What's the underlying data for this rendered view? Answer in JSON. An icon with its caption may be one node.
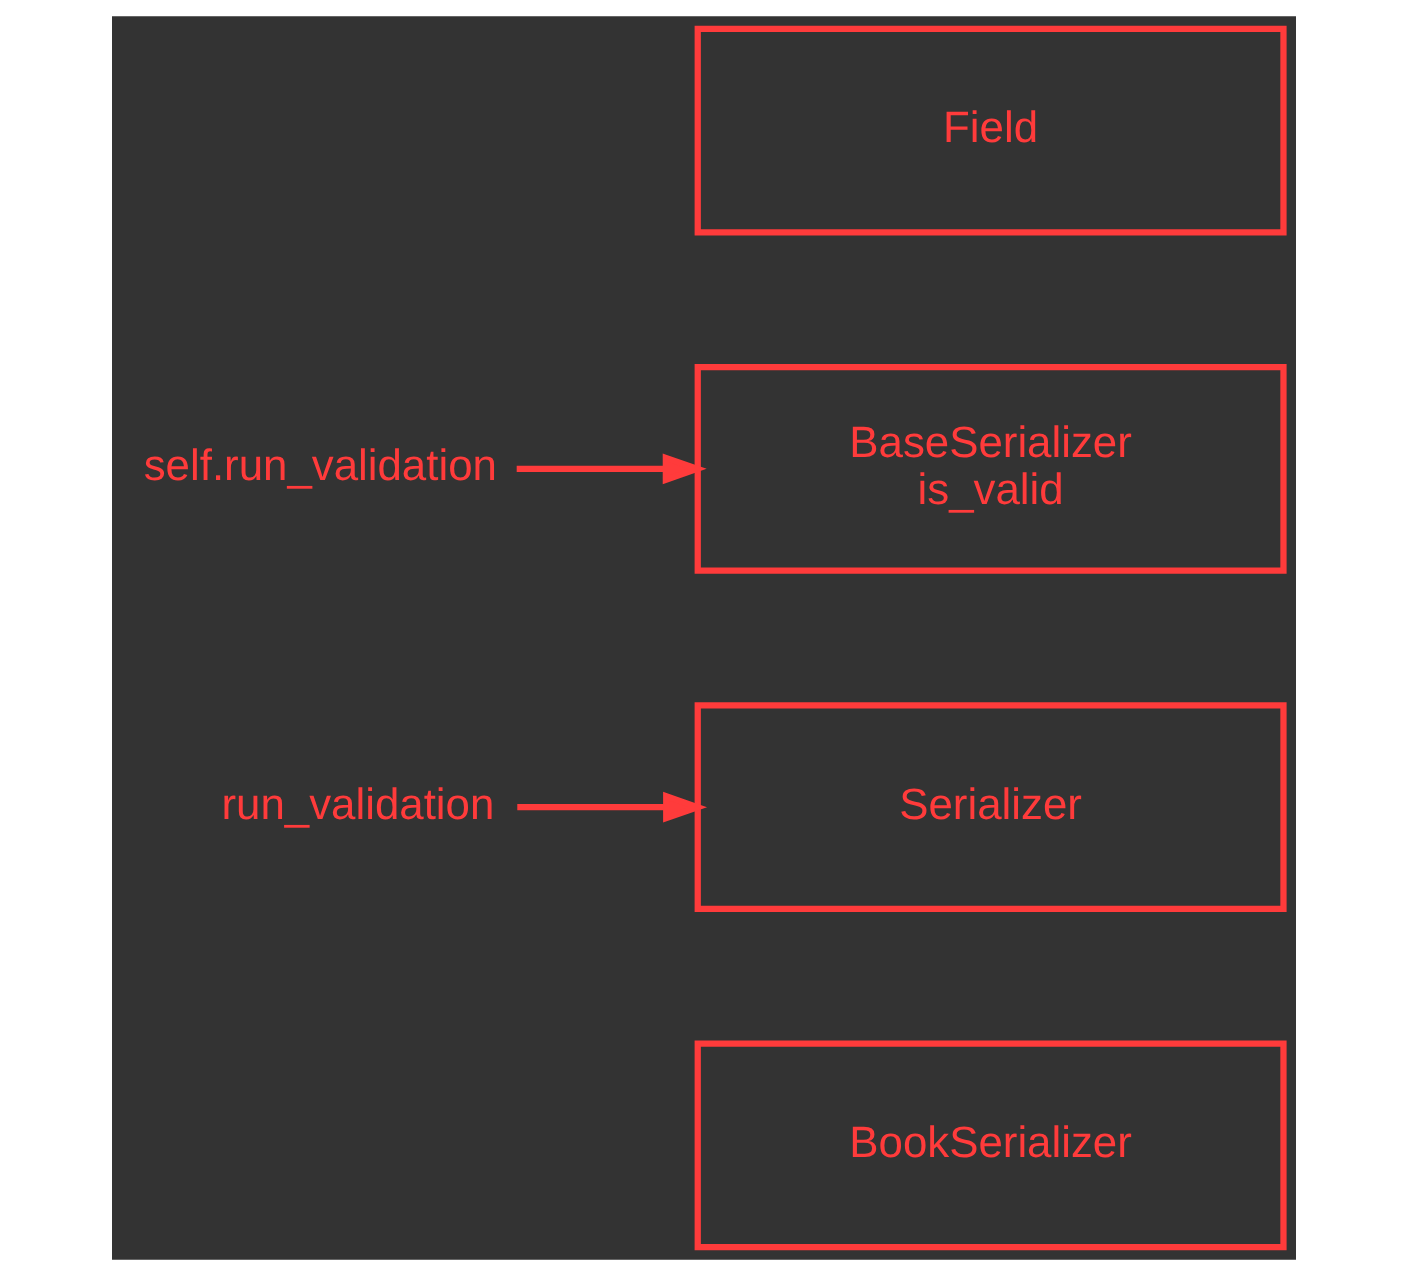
{
  "diagram": {
    "nodes": [
      {
        "text": [
          "Field"
        ]
      },
      {
        "text": [
          "BaseSerializer",
          "is_valid"
        ]
      },
      {
        "text": [
          "self.run_validation"
        ]
      },
      {
        "text": [
          "Serializer"
        ]
      },
      {
        "text": [
          "run_validation"
        ]
      },
      {
        "text": [
          "BookSerializer"
        ]
      }
    ],
    "edges": [
      {
        "from": 2,
        "to": 1,
        "arrow": "to"
      },
      {
        "from": 4,
        "to": 3,
        "arrow": "to"
      }
    ]
  }
}
